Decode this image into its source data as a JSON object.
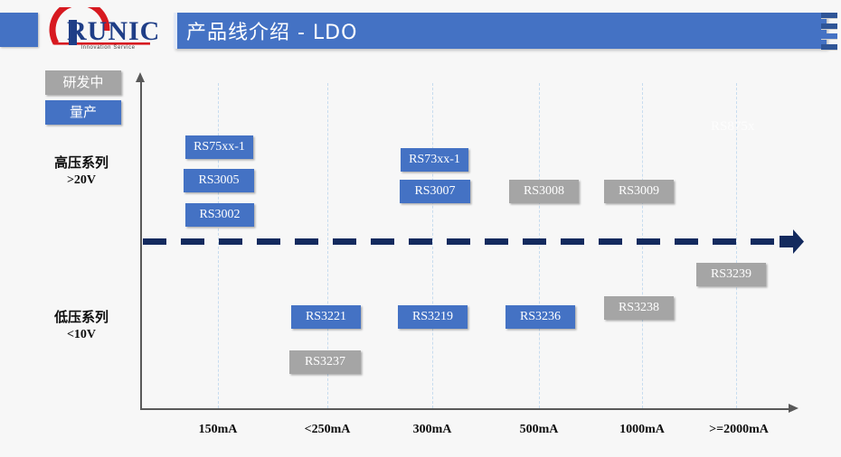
{
  "header": {
    "title": "产品线介绍 -  LDO",
    "logo": {
      "name": "RUNIC",
      "tagline": "Innovation Service"
    }
  },
  "legend": {
    "items": [
      {
        "label": "研发中",
        "color": "#a5a5a5",
        "status": "in-development"
      },
      {
        "label": "量产",
        "color": "#4472c4",
        "status": "mass-production"
      }
    ]
  },
  "axes": {
    "y_groups": [
      {
        "title": "高压系列",
        "range": ">20V"
      },
      {
        "title": "低压系列",
        "range": "<10V"
      }
    ],
    "x_ticks": [
      "150mA",
      "<250mA",
      "300mA",
      "500mA",
      "1000mA",
      ">=2000mA"
    ]
  },
  "chart_data": {
    "type": "scatter",
    "title": "产品线介绍 -  LDO",
    "xlabel": "",
    "ylabel": "",
    "categories": [
      "150mA",
      "<250mA",
      "300mA",
      "500mA",
      "1000mA",
      ">=2000mA"
    ],
    "groups": [
      "高压系列 >20V",
      "低压系列 <10V"
    ],
    "legend": [
      {
        "name": "研发中",
        "color": "#a5a5a5"
      },
      {
        "name": "量产",
        "color": "#4472c4"
      }
    ],
    "points": [
      {
        "label": "RS75xx-1",
        "current": "150mA",
        "group": "高压系列 >20V",
        "status": "量产",
        "color": "#4472c4"
      },
      {
        "label": "RS3005",
        "current": "150mA",
        "group": "高压系列 >20V",
        "status": "量产",
        "color": "#4472c4"
      },
      {
        "label": "RS3002",
        "current": "150mA",
        "group": "高压系列 >20V",
        "status": "量产",
        "color": "#4472c4"
      },
      {
        "label": "RS73xx-1",
        "current": "300mA",
        "group": "高压系列 >20V",
        "status": "量产",
        "color": "#4472c4"
      },
      {
        "label": "RS3007",
        "current": "300mA",
        "group": "高压系列 >20V",
        "status": "量产",
        "color": "#4472c4"
      },
      {
        "label": "RS3008",
        "current": "500mA",
        "group": "高压系列 >20V",
        "status": "研发中",
        "color": "#a5a5a5"
      },
      {
        "label": "RS3009",
        "current": "1000mA",
        "group": "高压系列 >20V",
        "status": "研发中",
        "color": "#a5a5a5"
      },
      {
        "label": "RS875x",
        "current": ">=2000mA",
        "group": "高压系列 >20V",
        "status": "量产",
        "color": "#ffffff"
      },
      {
        "label": "RS3239",
        "current": ">=2000mA",
        "group": "低压系列 <10V",
        "status": "研发中",
        "color": "#a5a5a5"
      },
      {
        "label": "RS3238",
        "current": "1000mA",
        "group": "低压系列 <10V",
        "status": "研发中",
        "color": "#a5a5a5"
      },
      {
        "label": "RS3236",
        "current": "500mA",
        "group": "低压系列 <10V",
        "status": "量产",
        "color": "#4472c4"
      },
      {
        "label": "RS3219",
        "current": "300mA",
        "group": "低压系列 <10V",
        "status": "量产",
        "color": "#4472c4"
      },
      {
        "label": "RS3221",
        "current": "<250mA",
        "group": "低压系列 <10V",
        "status": "量产",
        "color": "#4472c4"
      },
      {
        "label": "RS3237",
        "current": "<250mA",
        "group": "低压系列 <10V",
        "status": "研发中",
        "color": "#a5a5a5"
      }
    ],
    "divider": {
      "style": "dashed-arrow",
      "color": "#132a5e"
    },
    "grid": true,
    "legend_position": "top-left"
  },
  "boxes": {
    "rs75xx1": "RS75xx-1",
    "rs3005": "RS3005",
    "rs3002": "RS3002",
    "rs73xx1": "RS73xx-1",
    "rs3007": "RS3007",
    "rs3008": "RS3008",
    "rs3009": "RS3009",
    "rs875x": "RS875x",
    "rs3239": "RS3239",
    "rs3238": "RS3238",
    "rs3236": "RS3236",
    "rs3219": "RS3219",
    "rs3221": "RS3221",
    "rs3237": "RS3237"
  }
}
